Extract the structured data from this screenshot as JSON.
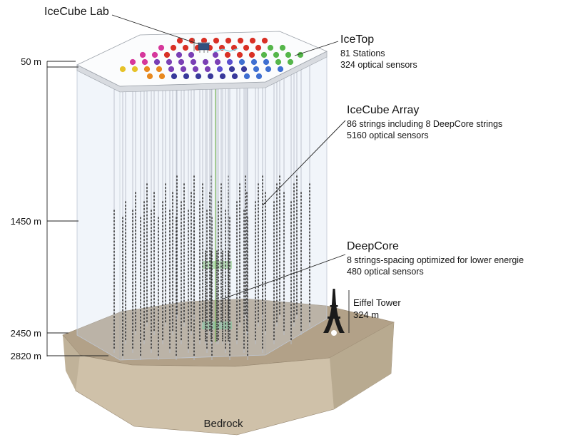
{
  "labels": {
    "icecube_lab": "IceCube Lab",
    "bedrock": "Bedrock"
  },
  "annotations": {
    "icetop": {
      "title": "IceTop",
      "line1": "81 Stations",
      "line2": "324 optical sensors"
    },
    "icecube_array": {
      "title": "IceCube Array",
      "line1": "86 strings including 8 DeepCore strings",
      "line2": "5160 optical sensors"
    },
    "deepcore": {
      "title": "DeepCore",
      "line1": "8 strings-spacing optimized for lower energie",
      "line2": "480 optical sensors"
    },
    "eiffel_tower": {
      "title": "Eiffel Tower",
      "line1": "324 m"
    }
  },
  "depth_labels": {
    "surface": "50 m",
    "top_of_array": "1450 m",
    "bottom_of_array": "2450 m",
    "bedrock_depth": "2820 m"
  },
  "station_colors": {
    "red": "#d93025",
    "magenta": "#d6389c",
    "purple": "#7a3fb5",
    "violet": "#5a4fcf",
    "blue": "#3f6fd1",
    "navy": "#39399b",
    "green": "#55b64a",
    "yellow": "#e6c229",
    "orange": "#e8891f"
  }
}
